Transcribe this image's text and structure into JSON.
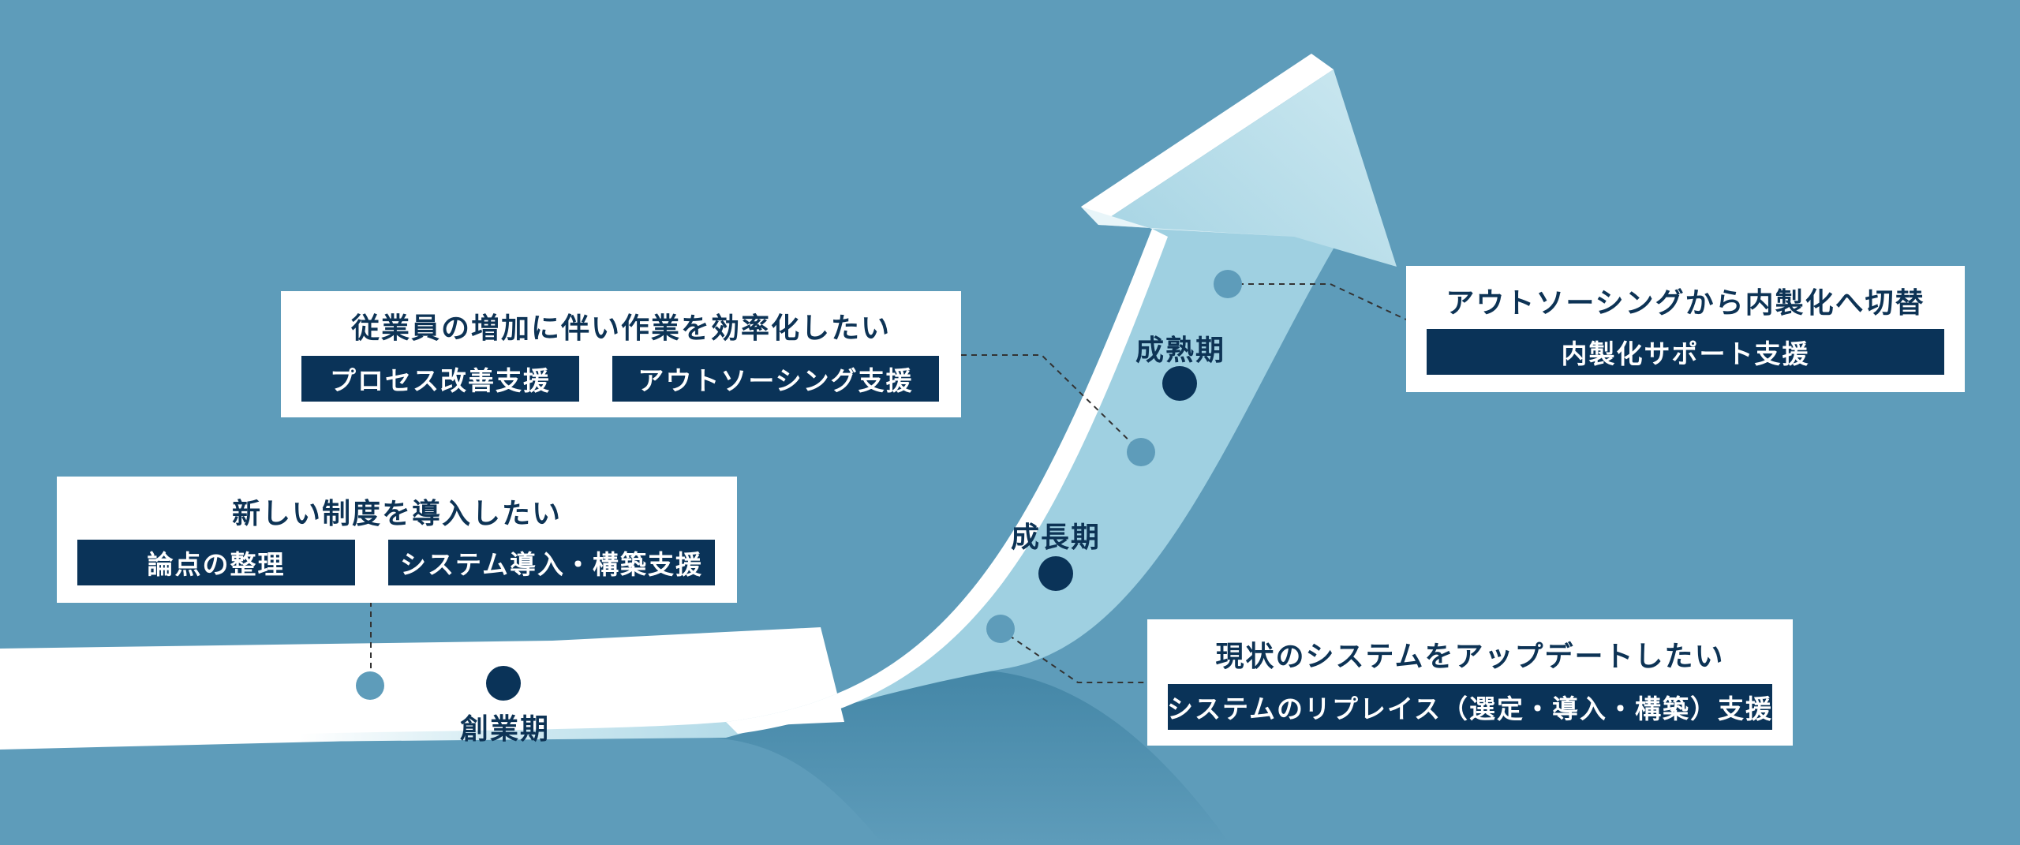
{
  "stages": [
    {
      "id": "founding",
      "label": "創業期"
    },
    {
      "id": "growth",
      "label": "成長期"
    },
    {
      "id": "maturity",
      "label": "成熟期"
    }
  ],
  "callouts": [
    {
      "title": "新しい制度を導入したい",
      "tags": [
        "論点の整理",
        "システム導入・構築支援"
      ]
    },
    {
      "title": "従業員の増加に伴い作業を効率化したい",
      "tags": [
        "プロセス改善支援",
        "アウトソーシング支援"
      ]
    },
    {
      "title": "現状のシステムをアップデートしたい",
      "tags": [
        "システムのリプレイス（選定・導入・構築）支援"
      ]
    },
    {
      "title": "アウトソーシングから内製化へ切替",
      "tags": [
        "内製化サポート支援"
      ]
    }
  ],
  "colors": {
    "background": "#5e9cba",
    "navy": "#0a3358",
    "arrow_light": "#dff0f6",
    "arrow_mid": "#9fd0e1",
    "marker_light": "#5e9cba"
  }
}
